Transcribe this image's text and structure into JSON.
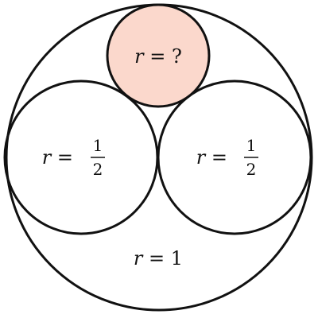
{
  "colors": {
    "stroke": "#111111",
    "highlight_fill": "#fbd8cc",
    "background": "#ffffff"
  },
  "labels": {
    "outer": {
      "var": "r",
      "eq": " = ",
      "value": "1"
    },
    "top": {
      "var": "r",
      "eq": " = ",
      "value": "?"
    },
    "left": {
      "var": "r",
      "eq": " = ",
      "num": "1",
      "den": "2"
    },
    "right": {
      "var": "r",
      "eq": " = ",
      "num": "1",
      "den": "2"
    }
  }
}
